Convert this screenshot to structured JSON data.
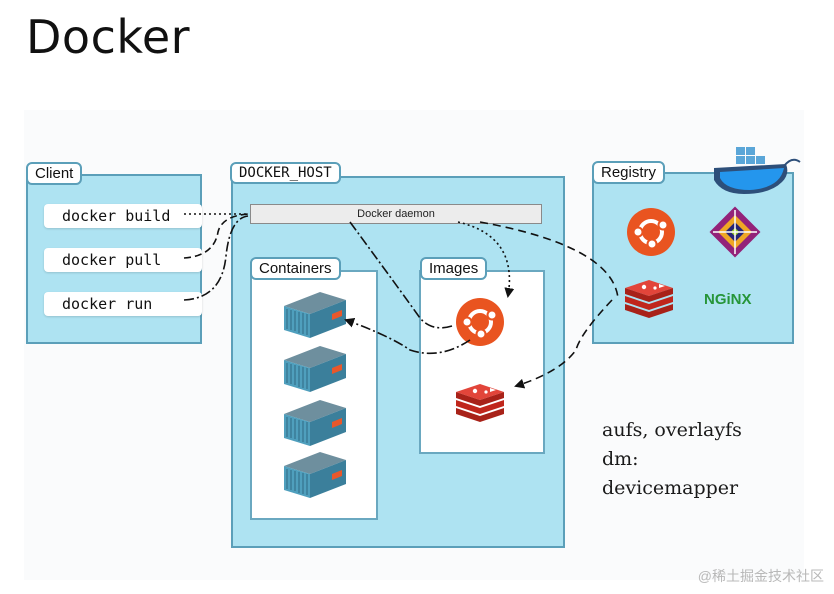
{
  "title": "Docker",
  "client": {
    "label": "Client",
    "commands": [
      "docker build",
      "docker pull",
      "docker run"
    ]
  },
  "host": {
    "label": "DOCKER_HOST",
    "daemon": "Docker daemon",
    "containers_label": "Containers",
    "images_label": "Images"
  },
  "registry": {
    "label": "Registry",
    "nginx_text": "NGiNX"
  },
  "notes": [
    "aufs, overlayfs",
    "dm:",
    "devicemapper"
  ],
  "watermark": "@稀土掘金技术社区",
  "colors": {
    "box_fill": "#aee3f2",
    "box_border": "#5b9fb9",
    "ubuntu": "#e95420",
    "redis": "#d82c20",
    "nginx": "#269539",
    "docker_whale": "#2496ed"
  },
  "icons": [
    "ubuntu-icon",
    "redis-icon",
    "centos-icon",
    "nginx-logo",
    "docker-whale-logo",
    "container-icon"
  ]
}
